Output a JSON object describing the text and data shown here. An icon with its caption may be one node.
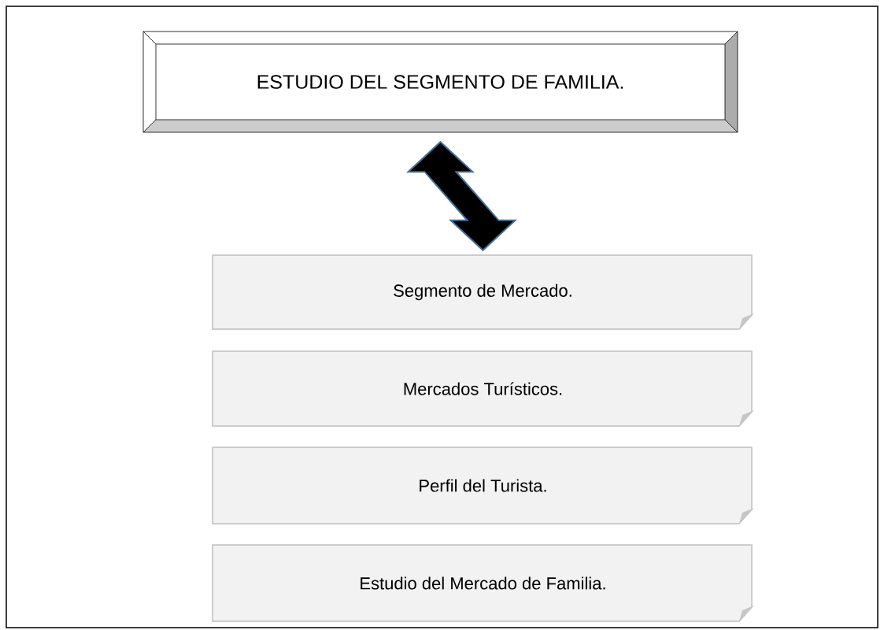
{
  "diagram": {
    "nodes": [
      {
        "text": [
          "ESTUDIO DEL SEGMENTO DE FAMILIA."
        ]
      },
      {
        "text": [
          "Segmento de Mercado."
        ]
      },
      {
        "text": [
          "Mercados Turísticos."
        ]
      },
      {
        "text": [
          "Perfil del Turista."
        ]
      },
      {
        "text": [
          "Estudio del Mercado de Familia."
        ]
      }
    ],
    "edges": [
      {
        "from": 0,
        "to": 1,
        "arrow": "both"
      }
    ]
  }
}
